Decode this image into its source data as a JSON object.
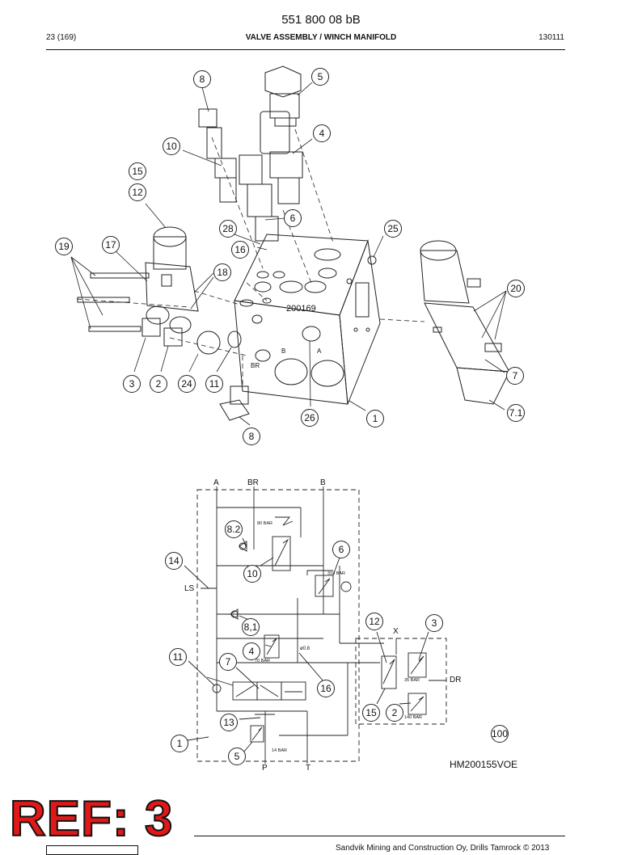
{
  "header": {
    "doc_number": "551 800 08 bB",
    "page": "23 (169)",
    "title": "VALVE ASSEMBLY / WINCH MANIFOLD",
    "date_code": "130111"
  },
  "exploded_view": {
    "callouts": [
      "8",
      "5",
      "4",
      "10",
      "15",
      "12",
      "6",
      "28",
      "25",
      "16",
      "19",
      "17",
      "18",
      "20",
      "3",
      "2",
      "24",
      "11",
      "7",
      "26",
      "1",
      "7.1",
      "8"
    ],
    "block_stamp": "200169",
    "port_labels": [
      "B",
      "A",
      "BR"
    ]
  },
  "schematic": {
    "port_labels": [
      "A",
      "BR",
      "B",
      "LS",
      "X",
      "DR",
      "P",
      "T"
    ],
    "callouts": [
      "8.2",
      "6",
      "14",
      "10",
      "12",
      "3",
      "8,1",
      "4",
      "11",
      "7",
      "16",
      "15",
      "2",
      "13",
      "1",
      "5",
      "100"
    ],
    "pressure_labels": [
      "80 BAR",
      "310 BAR",
      "70 BAR",
      "35 BAR",
      "140 BAR",
      "14 BAR"
    ],
    "orifice_label": "ø0.8",
    "drawing_code": "HM200155VOE"
  },
  "footer": {
    "ref_stamp": "REF: 3",
    "copyright": "Sandvik Mining and Construction Oy, Drills Tamrock © 2013"
  }
}
